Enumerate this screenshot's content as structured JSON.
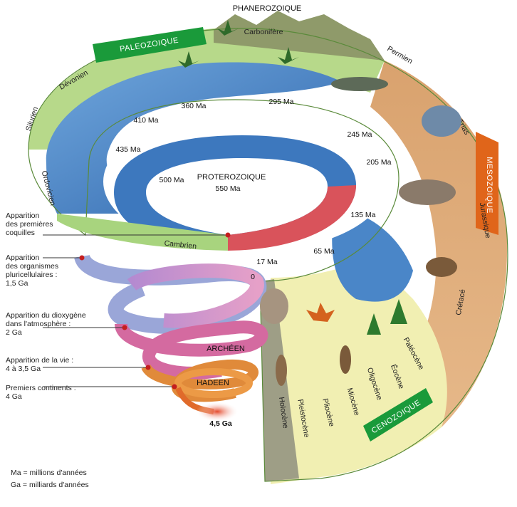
{
  "eons": {
    "phanerozoique": "PHANEROZOIQUE",
    "proterozoique": "PROTEROZOIQUE",
    "archeen": "ARCHÉEN",
    "hadeen": "HADEEN"
  },
  "eras": {
    "paleozoique": "PALEOZOIQUE",
    "mesozoique": "MESOZOIQUE",
    "cenozoique": "CENOZOIQUE"
  },
  "periods": {
    "carbonifere": "Carbonifère",
    "devonien": "Dévonien",
    "permien": "Permien",
    "silurien": "Silurien",
    "trias": "Trias",
    "ordovicien": "Ordovicien",
    "jurassique": "Jurassique",
    "cambrien": "Cambrien",
    "cretace": "Crétacé",
    "paleocene": "Paléocène",
    "eocene": "Éocène",
    "oligocene": "Oligocène",
    "miocene": "Miocène",
    "pliocene": "Pliocène",
    "pleistocene": "Pleistocène",
    "holocene": "Holocène"
  },
  "ages": {
    "ma360": "360 Ma",
    "ma295": "295 Ma",
    "ma410": "410 Ma",
    "ma245": "245 Ma",
    "ma435": "435 Ma",
    "ma205": "205 Ma",
    "ma500": "500 Ma",
    "ma550": "550 Ma",
    "ma135": "135 Ma",
    "ma65": "65 Ma",
    "ma17": "17 Ma",
    "zero": "0",
    "ga45": "4,5 Ga"
  },
  "events": [
    {
      "lines": [
        "Apparition",
        "des premières",
        "coquilles"
      ]
    },
    {
      "lines": [
        "Apparition",
        "des organismes",
        "pluricellulaires :",
        "1,5 Ga"
      ]
    },
    {
      "lines": [
        "Apparition du dioxygène",
        "dans l'atmosphère :",
        "2 Ga"
      ]
    },
    {
      "lines": [
        "Apparition de la vie :",
        "4 à 3,5 Ga"
      ]
    },
    {
      "lines": [
        "Premiers continents :",
        "4 Ga"
      ]
    }
  ],
  "legend": {
    "ma": "Ma = millions d'années",
    "ga": "Ga = milliards d'années"
  },
  "colors": {
    "paleozoic_band": "#9fd27a",
    "mesozoic_band": "#e9b98a",
    "cenozoic_band": "#f3f0b0",
    "proterozoic_band": "#d9535b",
    "archean_band": "#c89ad8",
    "hadean_band": "#e08a3a",
    "sea": "#4a86c8",
    "era_label_green": "#1a9a3a",
    "era_label_orange": "#e0651a"
  }
}
